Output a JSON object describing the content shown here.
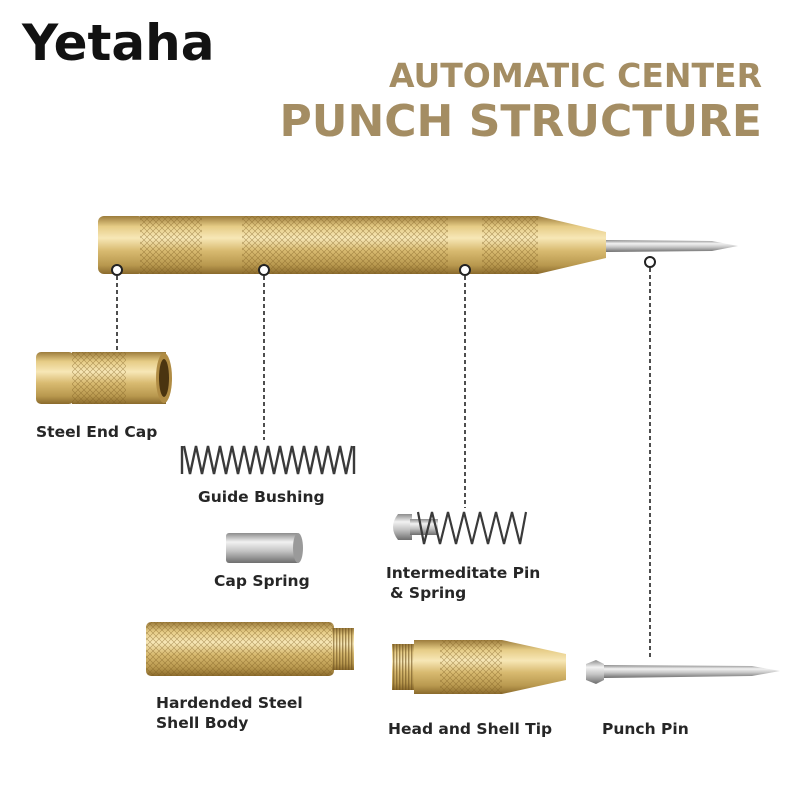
{
  "brand": "Yetaha",
  "title": {
    "line1": "AUTOMATIC CENTER",
    "line2": "PUNCH STRUCTURE"
  },
  "parts": {
    "end_cap": "Steel End Cap",
    "guide_bushing": "Guide Bushing",
    "cap_spring": "Cap Spring",
    "pin_spring_line1": "Intermeditate Pin",
    "pin_spring_line2": "& Spring",
    "shell_body_line1": "Hardended Steel",
    "shell_body_line2": "Shell Body",
    "head_tip": "Head and Shell Tip",
    "punch_pin": "Punch Pin"
  },
  "colors": {
    "brass": "#d8bd74",
    "title": "#a48d63",
    "text": "#262626"
  }
}
